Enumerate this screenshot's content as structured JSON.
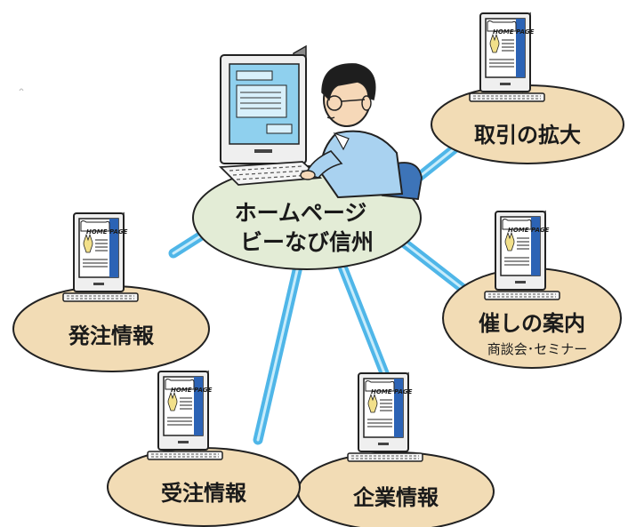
{
  "hub": {
    "line1": "ホームページ",
    "line2": "ビーなび信州"
  },
  "screen_label": "HOME PAGE",
  "nodes": {
    "trade": {
      "label": "取引の拡大"
    },
    "event": {
      "label": "催しの案内",
      "sublabel": "商談会･セミナー"
    },
    "company": {
      "label": "企業情報"
    },
    "order_received": {
      "label": "受注情報"
    },
    "order_placed": {
      "label": "発注情報"
    }
  },
  "colors": {
    "ellipse_fill": "#f2dcb5",
    "hub_fill": "#e3ecd6",
    "link_line": "#4fb6e8",
    "monitor_body": "#efefef",
    "screen_blue": "#2c63b5"
  }
}
